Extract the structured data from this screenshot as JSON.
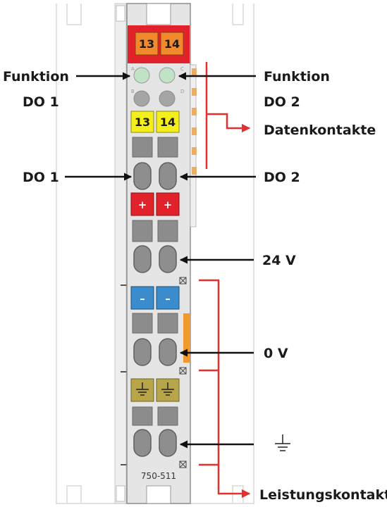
{
  "labels": {
    "func_do1_a": "Funktion",
    "func_do1_b": "DO 1",
    "func_do2_a": "Funktion",
    "func_do2_b": "DO 2",
    "data_contacts": "Datenkontakte",
    "do1": "DO 1",
    "do2": "DO 2",
    "v24": "24 V",
    "v0": "0 V",
    "power_contacts": "Leistungskontakte"
  },
  "module": {
    "part_number": "750-511",
    "top_terminals": [
      "13",
      "14"
    ],
    "do_terminals": [
      "13",
      "14"
    ],
    "plus_signs": [
      "+",
      "+"
    ],
    "minus_signs": [
      "–",
      "–"
    ],
    "led_letters": [
      "A",
      "B",
      "C",
      "D"
    ]
  },
  "colors": {
    "orange": "#f08a2c",
    "yellow": "#f4ee1a",
    "red": "#e2222a",
    "blue": "#3a8ccc",
    "olive": "#b8a54a",
    "led_green": "#bfe3c4",
    "accent_line": "#e53030"
  },
  "icons": {
    "ground": "ground-icon"
  }
}
